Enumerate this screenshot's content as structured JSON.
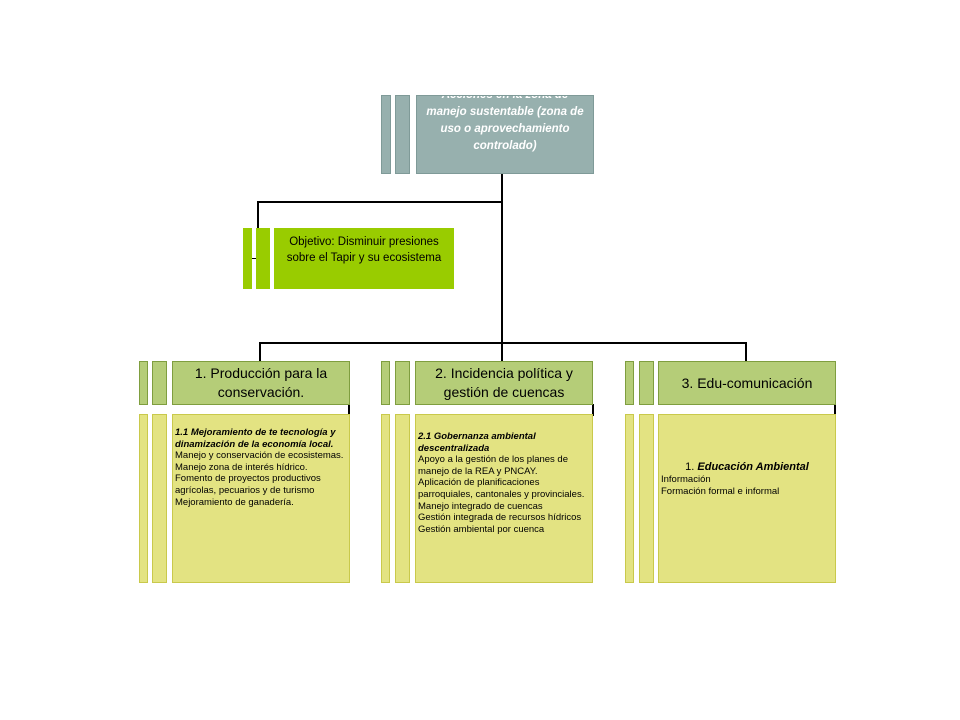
{
  "root": {
    "text": "Acciones en la zona de manejo sustentable (zona de uso o aprovechamiento controlado)"
  },
  "objective": {
    "text": "Objetivo: Disminuir presiones sobre el Tapir y su ecosistema"
  },
  "branches": [
    {
      "heading": "1. Producción para la conservación.",
      "body_title": "1.1 Mejoramiento de te tecnología y dinamización de la economía local.",
      "items": [
        "Manejo y conservación de ecosistemas.",
        "Manejo zona de interés hídrico.",
        "Fomento de proyectos productivos agrícolas, pecuarios y de turismo",
        "Mejoramiento de ganadería."
      ]
    },
    {
      "heading": "2. Incidencia política y gestión de cuencas",
      "body_title": "2.1 Gobernanza ambiental descentralizada",
      "items": [
        "Apoyo a la gestión de los planes de manejo de la REA y PNCAY.",
        "Aplicación de planificaciones parroquiales, cantonales y provinciales.",
        "Manejo integrado de cuencas",
        "Gestión integrada de recursos hídricos",
        "Gestión ambiental por cuenca"
      ]
    },
    {
      "heading": "3. Edu-comunicación",
      "body_title_number": "1.",
      "body_title_text": "Educación Ambiental",
      "items": [
        "Información",
        "Formación formal e informal"
      ]
    }
  ],
  "colors": {
    "root_fill": "#97b0ae",
    "objective_fill": "#99cc00",
    "heading_fill": "#b5cd78",
    "body_fill": "#e3e382",
    "connector": "#000000"
  }
}
